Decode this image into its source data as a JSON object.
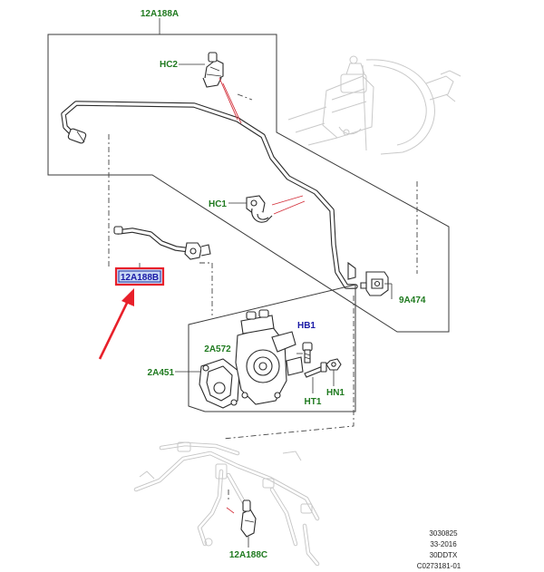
{
  "callouts": {
    "main_hose": "12A188A",
    "highlighted_hose": "12A188B",
    "lower_hose": "12A188C",
    "clip_hc2": "HC2",
    "clip_hc1": "HC1",
    "connector": "9A474",
    "hole_bolt": "HB1",
    "gasket": "2A572",
    "vacuum_pump": "2A451",
    "thread_screw": "HT1",
    "nut": "HN1"
  },
  "reference_block": {
    "line1": "3030825",
    "line2": "33-2016",
    "line3": "30DDTX",
    "line4": "C0273181-01"
  },
  "colors": {
    "callout_green": "#1f7a1f",
    "callout_blue": "#1a1aa6",
    "highlight_red": "#e8202a",
    "highlight_box_fill": "#c8d8f4",
    "highlight_box_border": "#1c2ea0"
  }
}
